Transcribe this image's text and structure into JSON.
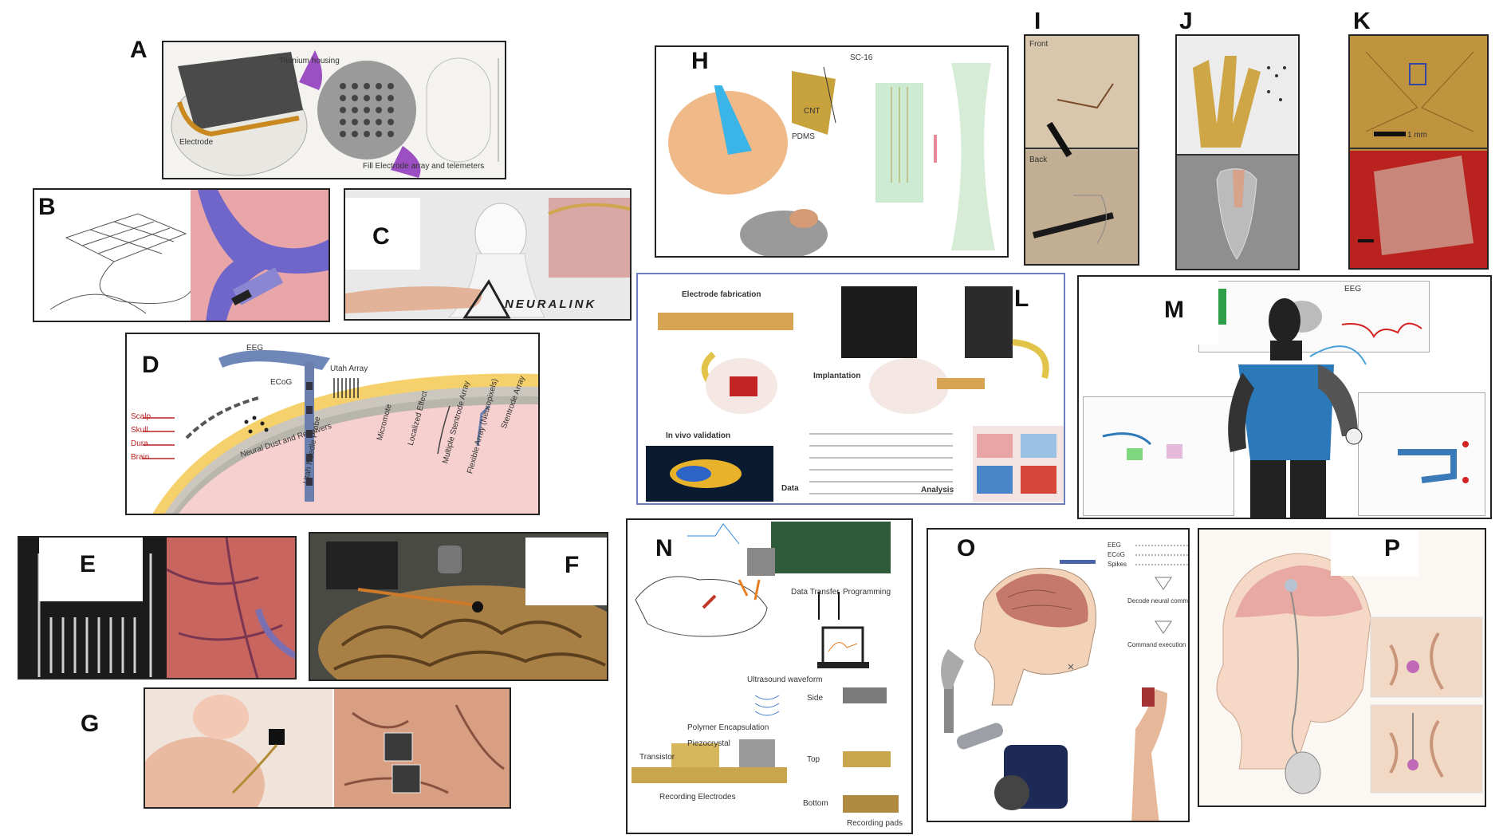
{
  "panel_labels": {
    "A": "A",
    "B": "B",
    "C": "C",
    "D": "D",
    "E": "E",
    "F": "F",
    "G": "G",
    "H": "H",
    "I": "I",
    "J": "J",
    "K": "K",
    "L": "L",
    "M": "M",
    "N": "N",
    "O": "O",
    "P": "P"
  },
  "panel_a": {
    "callouts": [
      "Titanium housing",
      "Electrode",
      "Fill Electrode array and telemeters"
    ]
  },
  "panel_c": {
    "logo": "NEURALINK"
  },
  "panel_d": {
    "layers": [
      "Scalp",
      "Skull",
      "Dura",
      "Brain"
    ],
    "devices": [
      "EEG",
      "ECoG",
      "Utah Array",
      "Neural Dust and Receivers",
      "Utah Needle Probe",
      "Micromote",
      "Localized Effect",
      "Multiple Stentrode Array",
      "Flexible Array (Neuropixels)",
      "Stentrode Array"
    ]
  },
  "panel_h": {
    "labels": [
      "SC-16",
      "CNT",
      "PDMS"
    ]
  },
  "panel_i": {
    "labels": [
      "Front",
      "Back"
    ]
  },
  "panel_k": {
    "scale": "1 mm"
  },
  "panel_l": {
    "labels": [
      "Electrode fabrication",
      "Implantation",
      "In vivo validation",
      "Data",
      "Analysis"
    ]
  },
  "panel_m": {
    "labels": [
      "EEG"
    ]
  },
  "panel_n": {
    "labels": [
      "Data Transfer",
      "Programming",
      "Ultrasound waveform",
      "Polymer Encapsulation",
      "Piezocrystal",
      "Transistor",
      "Recording Electrodes",
      "Side",
      "Top",
      "Bottom",
      "Recording pads"
    ]
  },
  "panel_o": {
    "labels": [
      "EEG",
      "ECoG",
      "Spikes",
      "Decode neural commands",
      "Command execution"
    ]
  }
}
